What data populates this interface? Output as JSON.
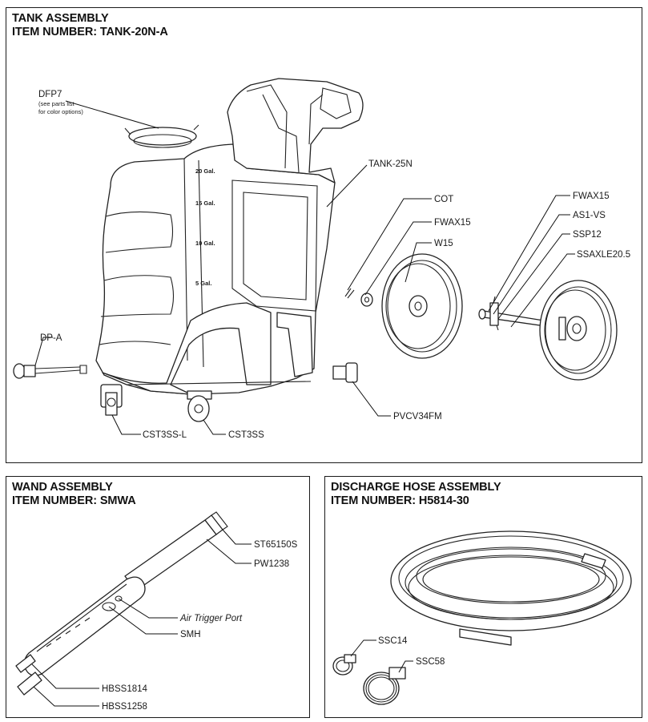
{
  "tank_assembly": {
    "title": "TANK ASSEMBLY",
    "item_number": "ITEM NUMBER: TANK-20N-A",
    "labels": {
      "dfp7": "DFP7",
      "dfp7_note_1": "(see parts list",
      "dfp7_note_2": "for color options)",
      "tank": "TANK-25N",
      "cot": "COT",
      "fwax15_a": "FWAX15",
      "w15": "W15",
      "fwax15_b": "FWAX15",
      "as1vs": "AS1-VS",
      "ssp12": "SSP12",
      "ssaxle": "SSAXLE20.5",
      "dpa": "DP-A",
      "cst3ssl": "CST3SS-L",
      "cst3ss": "CST3SS",
      "pvcv34fm": "PVCV34FM"
    },
    "gallon_marks": [
      "20 Gal.",
      "15 Gal.",
      "10 Gal.",
      "5 Gal."
    ]
  },
  "wand_assembly": {
    "title": "WAND ASSEMBLY",
    "item_number": "ITEM NUMBER: SMWA",
    "labels": {
      "st65150s": "ST65150S",
      "pw1238": "PW1238",
      "air_trigger": "Air Trigger Port",
      "smh": "SMH",
      "hbss1814": "HBSS1814",
      "hbss1258": "HBSS1258"
    }
  },
  "discharge_hose_assembly": {
    "title": "DISCHARGE HOSE ASSEMBLY",
    "item_number": "ITEM NUMBER: H5814-30",
    "labels": {
      "ssc14": "SSC14",
      "ssc58": "SSC58"
    }
  }
}
